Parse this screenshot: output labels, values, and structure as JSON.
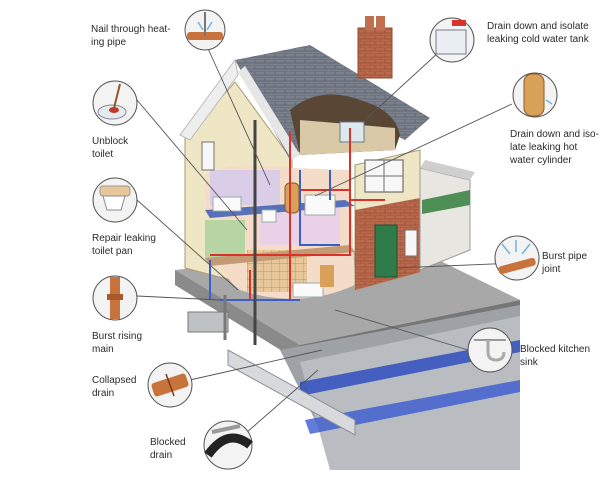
{
  "labels": {
    "nail_pipe": [
      "Nail through heat-",
      "ing pipe"
    ],
    "cold_tank": [
      "Drain down and isolate",
      "leaking cold water tank"
    ],
    "hot_cylinder": [
      "Drain down and iso-",
      "late leaking hot",
      "water cylinder"
    ],
    "unblock_toilet": [
      "Unblock",
      "toilet"
    ],
    "toilet_pan": [
      "Repair leaking",
      "toilet pan"
    ],
    "burst_joint": [
      "Burst pipe",
      "joint"
    ],
    "rising_main": [
      "Burst rising",
      "main"
    ],
    "kitchen_sink": [
      "Blocked kitchen",
      "sink"
    ],
    "collapsed_drain": [
      "Collapsed",
      "drain"
    ],
    "blocked_drain": [
      "Blocked",
      "drain"
    ]
  },
  "icons": {
    "nail_pipe": "nail-pipe-icon",
    "cold_tank": "water-tank-icon",
    "hot_cylinder": "hot-cylinder-icon",
    "unblock_toilet": "plunger-toilet-icon",
    "toilet_pan": "toilet-pan-icon",
    "burst_joint": "burst-joint-icon",
    "rising_main": "rising-main-pipe-icon",
    "kitchen_sink": "sink-trap-icon",
    "collapsed_drain": "collapsed-drain-icon",
    "blocked_drain": "blocked-drain-icon"
  },
  "colors": {
    "roof": "#6b7482",
    "wall_cream": "#efe6c5",
    "brick": "#b8664a",
    "pipe_red": "#d8322a",
    "pipe_blue": "#3b5fc9",
    "copper": "#c9733c",
    "ground": "#8f8f8f"
  }
}
